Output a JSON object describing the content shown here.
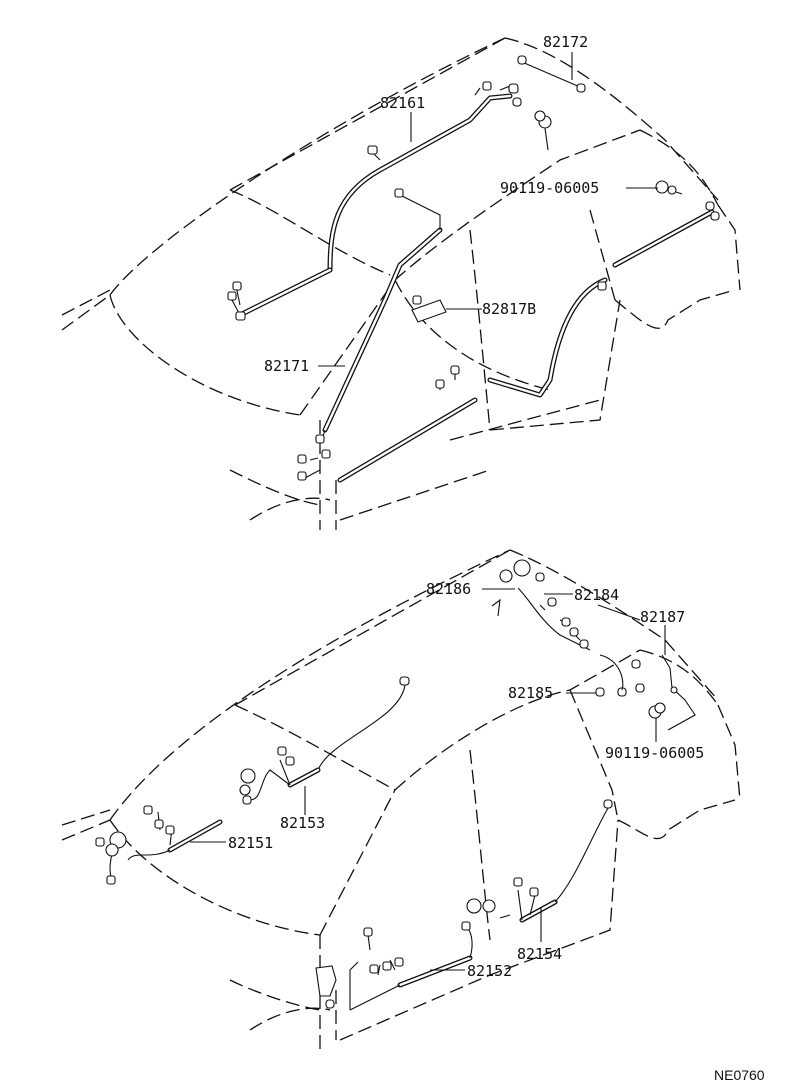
{
  "diagram_id": "NE0760",
  "upper_view": {
    "labels": {
      "p82172": "82172",
      "p82161": "82161",
      "p90119_top": "90119-06005",
      "p82817b": "82817B",
      "p82171": "82171"
    }
  },
  "lower_view": {
    "labels": {
      "p82186": "82186",
      "p82184": "82184",
      "p82187": "82187",
      "p82185": "82185",
      "p90119_bottom": "90119-06005",
      "p82153": "82153",
      "p82151": "82151",
      "p82154": "82154",
      "p82152": "82152"
    }
  }
}
